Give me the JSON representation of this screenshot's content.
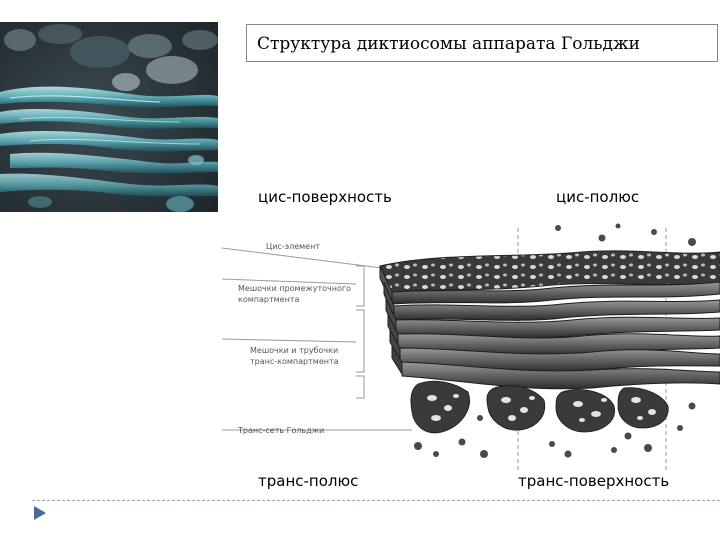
{
  "slide": {
    "title": "Структура диктиосомы аппарата Гольджи",
    "captions": {
      "cis_surface": "цис-поверхность",
      "cis_pole": "цис-полюс",
      "trans_pole": "транс-полюс",
      "trans_surface": "транс-поверхность"
    }
  },
  "diagram": {
    "labels": {
      "cis_element": "Цис-элемент",
      "intermediate_1": "Мешочки промежуточного",
      "intermediate_2": "компартмента",
      "trans_sacs_1": "Мешочки и трубочки",
      "trans_sacs_2": "транс-компартмента",
      "trans_network": "Транс-сеть Гольджи"
    }
  },
  "colors": {
    "photo_bg": "#27333a",
    "membrane": "#8ad4dc",
    "stack_dark": "#2f2f2f",
    "stack_mid": "#7a7a7a",
    "vesicle": "#4a4a4a",
    "footer_arrow": "#4a6a9a"
  },
  "icons": {
    "footer": "triangle-arrow-icon"
  }
}
